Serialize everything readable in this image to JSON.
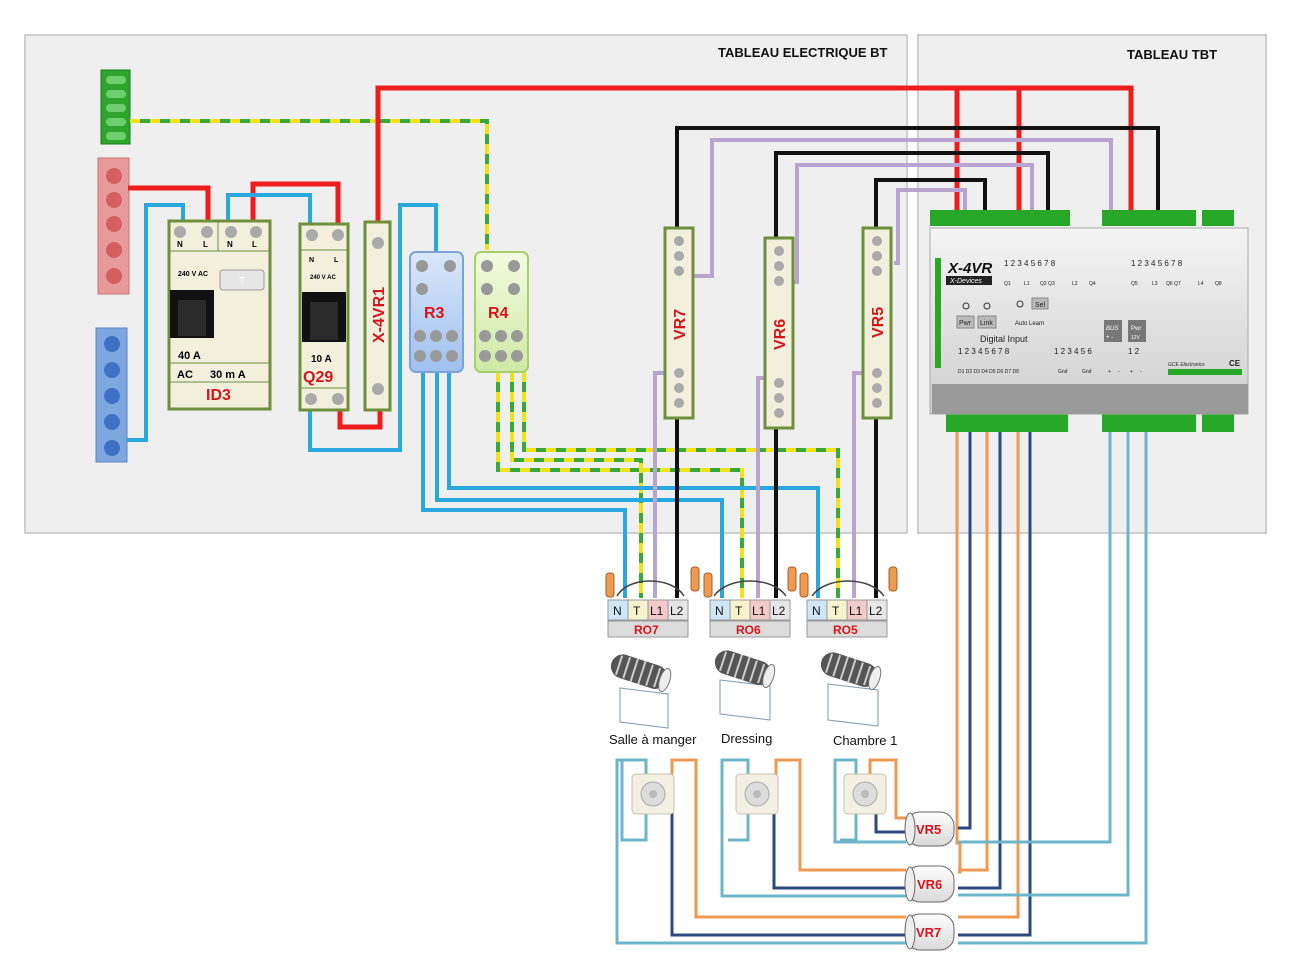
{
  "panels": {
    "bt_title": "TABLEAU ELECTRIQUE BT",
    "tbt_title": "TABLEAU TBT"
  },
  "id3": {
    "label": "ID3",
    "rating": "40 A",
    "type": "AC",
    "sensitivity": "30 m A",
    "voltage": "240 V AC",
    "n": "N",
    "l": "L",
    "n2": "N",
    "l2": "L",
    "test": "T"
  },
  "q29": {
    "label": "Q29",
    "rating": "10 A",
    "voltage": "240 V AC",
    "n": "N",
    "l": "L"
  },
  "x4vr1": {
    "label": "X-4VR1"
  },
  "r3": {
    "label": "R3"
  },
  "r4": {
    "label": "R4"
  },
  "vr7": {
    "label": "VR7"
  },
  "vr6": {
    "label": "VR6"
  },
  "vr5": {
    "label": "VR5"
  },
  "module": {
    "title": "X-4VR",
    "brand": "X-Devices",
    "top_nums_a": "1 2 3 4 5 6 7 8",
    "top_nums_b": "1 2 3 4 5 6 7 8",
    "q_labels_a": [
      "Q1",
      "L1",
      "Q2 Q3",
      "L2",
      "Q4"
    ],
    "q_labels_b": [
      "Q5",
      "L3",
      "Q6 Q7",
      "L4",
      "Q8"
    ],
    "sel": "Sel",
    "pwr": "Pwr",
    "link": "Link",
    "auto_learn": "Auto Learn",
    "bus": "BUS",
    "bus_pm": "+ -",
    "pwr2": "Pwr",
    "v12": "12V",
    "digital_input": "Digital Input",
    "di_nums": "1 2 3 4 5 6 7 8",
    "d_labels": "D1 D2 D3 D4 D5 D6 D7 D8",
    "bottom_nums": "1 2 3 4 5 6",
    "bottom_nums2": "1 2",
    "gnd1": "Gnd",
    "gnd2": "Gnd",
    "plus": "+",
    "minus": "-",
    "plus2": "+",
    "minus2": "-",
    "gce": "GCE Electronics",
    "ce": "CE"
  },
  "outlets": [
    {
      "label": "RO7",
      "pins": [
        "N",
        "T",
        "L1",
        "L2"
      ],
      "room": "Salle à manger"
    },
    {
      "label": "RO6",
      "pins": [
        "N",
        "T",
        "L1",
        "L2"
      ],
      "room": "Dressing"
    },
    {
      "label": "RO5",
      "pins": [
        "N",
        "T",
        "L1",
        "L2"
      ],
      "room": "Chambre 1"
    }
  ],
  "motors": [
    {
      "label": "VR5"
    },
    {
      "label": "VR6"
    },
    {
      "label": "VR7"
    }
  ],
  "colors": {
    "red": "#ee1c1c",
    "blue": "#29a8e0",
    "black": "#111111",
    "lilac": "#b9a4cf",
    "orange": "#ef9a52",
    "navy": "#2d4a7c",
    "teal": "#6db6c9",
    "earth_green": "#3aa83a",
    "earth_yellow": "#f2e21a",
    "title_red": "#d7141a"
  }
}
